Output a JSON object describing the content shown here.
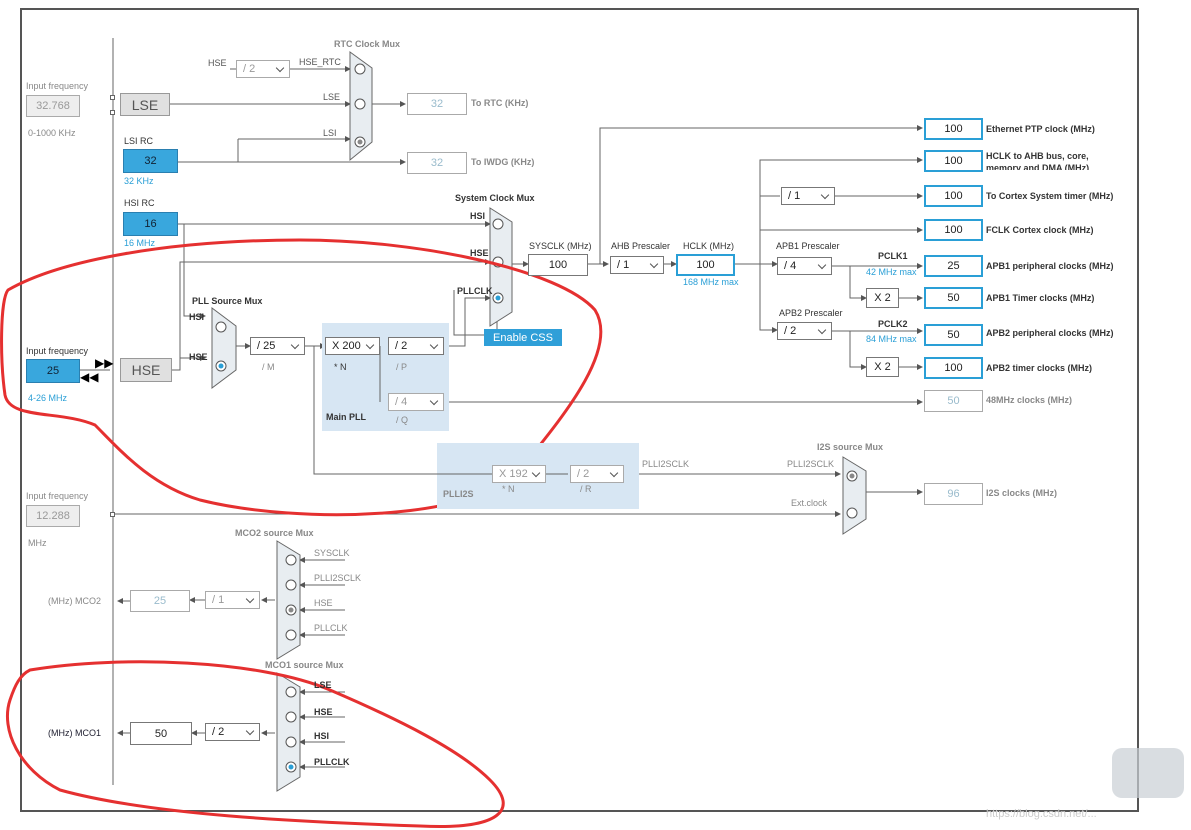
{
  "rtc": {
    "title": "RTC Clock Mux",
    "hse_div": "/ 2",
    "hse_rtc": "HSE_RTC",
    "hse_in": "HSE",
    "lse": "LSE",
    "lsi": "LSI",
    "rtc_value": "32",
    "rtc_label": "To RTC (KHz)",
    "iwdg_value": "32",
    "iwdg_label": "To IWDG (KHz)"
  },
  "lse": {
    "input_label": "Input frequency",
    "value": "32.768",
    "range": "0-1000 KHz",
    "name": "LSE"
  },
  "lsi": {
    "name": "LSI RC",
    "value": "32",
    "sub": "32 KHz"
  },
  "hsi": {
    "name": "HSI RC",
    "value": "16",
    "sub": "16 MHz"
  },
  "hse": {
    "input_label": "Input frequency",
    "value": "25",
    "range": "4-26 MHz",
    "name": "HSE"
  },
  "pll": {
    "mux_title": "PLL Source Mux",
    "hsi": "HSI",
    "hse": "HSE",
    "m": "/ 25",
    "m_lbl": "/ M",
    "n": "X 200",
    "n_lbl": "* N",
    "p": "/ 2",
    "p_lbl": "/ P",
    "q": "/ 4",
    "q_lbl": "/ Q",
    "name": "Main PLL"
  },
  "sysmux": {
    "title": "System Clock Mux",
    "hsi": "HSI",
    "hse": "HSE",
    "pllclk": "PLLCLK",
    "enable_css": "Enable CSS"
  },
  "sysclk": {
    "label": "SYSCLK (MHz)",
    "value": "100"
  },
  "ahb": {
    "label": "AHB Prescaler",
    "value": "/ 1"
  },
  "hclk": {
    "label": "HCLK (MHz)",
    "value": "100",
    "max": "168 MHz max"
  },
  "apb1": {
    "label": "APB1 Prescaler",
    "value": "/ 4",
    "pclk": "PCLK1",
    "max": "42 MHz max",
    "x2": "X 2"
  },
  "apb2": {
    "label": "APB2 Prescaler",
    "value": "/ 2",
    "pclk": "PCLK2",
    "max": "84 MHz max",
    "x2": "X 2"
  },
  "cortex_div": "/ 1",
  "outputs": [
    {
      "value": "100",
      "label": "Ethernet PTP clock (MHz)"
    },
    {
      "value": "100",
      "label": "HCLK to AHB bus, core, memory and DMA (MHz)"
    },
    {
      "value": "100",
      "label": "To Cortex System timer (MHz)"
    },
    {
      "value": "100",
      "label": "FCLK Cortex clock (MHz)"
    },
    {
      "value": "25",
      "label": "APB1 peripheral clocks (MHz)"
    },
    {
      "value": "50",
      "label": "APB1 Timer clocks (MHz)"
    },
    {
      "value": "50",
      "label": "APB2 peripheral clocks (MHz)"
    },
    {
      "value": "100",
      "label": "APB2 timer clocks (MHz)"
    },
    {
      "value": "50",
      "label": "48MHz clocks (MHz)"
    }
  ],
  "plli2s": {
    "name": "PLLI2S",
    "n": "X 192",
    "n_lbl": "* N",
    "r": "/ 2",
    "r_lbl": "/ R",
    "out": "PLLI2SCLK"
  },
  "i2s": {
    "title": "I2S source Mux",
    "plli2sclk": "PLLI2SCLK",
    "ext": "Ext.clock",
    "value": "96",
    "label": "I2S clocks (MHz)"
  },
  "ext": {
    "input_label": "Input frequency",
    "value": "12.288",
    "unit": "MHz"
  },
  "mco2": {
    "title": "MCO2 source Mux",
    "sysclk": "SYSCLK",
    "plli2sclk": "PLLI2SCLK",
    "hse": "HSE",
    "pllclk": "PLLCLK",
    "div": "/ 1",
    "value": "25",
    "label": "(MHz) MCO2"
  },
  "mco1": {
    "title": "MCO1 source Mux",
    "lse": "LSE",
    "hse": "HSE",
    "hsi": "HSI",
    "pllclk": "PLLCLK",
    "div": "/ 2",
    "value": "50",
    "label": "(MHz) MCO1"
  },
  "watermark": "https://blog.csdn.net/..."
}
